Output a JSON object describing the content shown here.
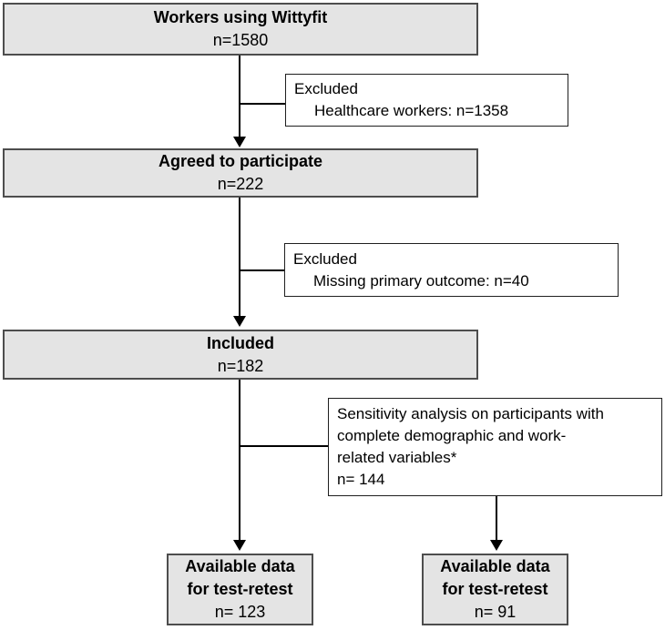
{
  "flowchart": {
    "workers_box": {
      "title": "Workers using Wittyfit",
      "count": "n=1580"
    },
    "excluded_healthcare_box": {
      "heading": "Excluded",
      "detail": "Healthcare workers: n=1358"
    },
    "agreed_box": {
      "title": "Agreed to participate",
      "count": "n=222"
    },
    "excluded_missing_box": {
      "heading": "Excluded",
      "detail": "Missing primary outcome: n=40"
    },
    "included_box": {
      "title": "Included",
      "count": "n=182"
    },
    "sensitivity_box": {
      "line1": "Sensitivity analysis on participants with",
      "line2": "complete demographic and work-",
      "line3": "related variables*",
      "count": "n= 144"
    },
    "test_retest_left_box": {
      "title_line1": "Available data",
      "title_line2": "for test-retest",
      "count": "n= 123"
    },
    "test_retest_right_box": {
      "title_line1": "Available data",
      "title_line2": "for test-retest",
      "count": "n= 91"
    },
    "colors": {
      "box_fill": "#e4e4e4",
      "grey_box_border": "#4d4d4d",
      "white_box_border": "#1f1f1f",
      "connector": "#000000"
    }
  }
}
